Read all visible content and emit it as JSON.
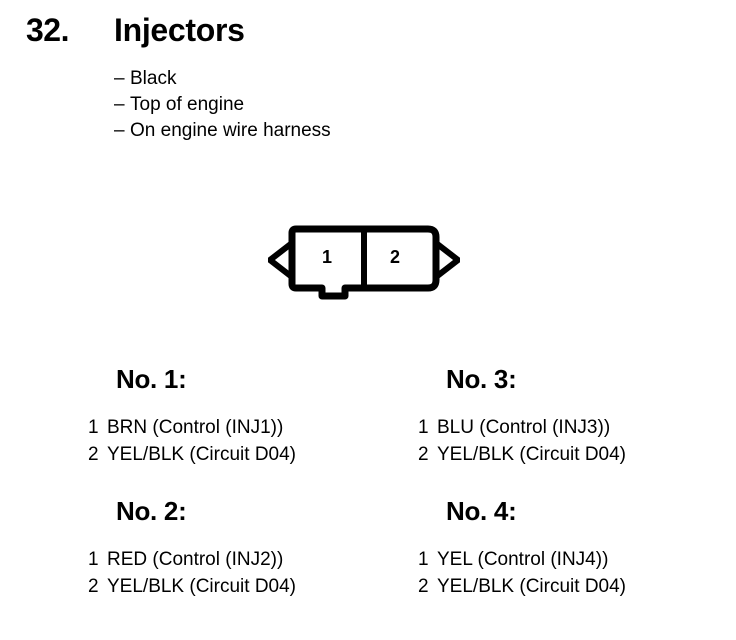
{
  "header": {
    "number": "32.",
    "title": "Injectors",
    "bullets": [
      {
        "dash": "–",
        "text": "Black"
      },
      {
        "dash": "–",
        "text": "Top of engine"
      },
      {
        "dash": "–",
        "text": "On engine wire harness"
      }
    ]
  },
  "connector": {
    "name": "2-pin-connector",
    "pin_labels": [
      "1",
      "2"
    ],
    "stroke_color": "#000000",
    "fill_color": "#ffffff"
  },
  "pinout_blocks": [
    {
      "heading": "No. 1:",
      "pins": [
        {
          "num": "1",
          "desc": "BRN (Control (INJ1))"
        },
        {
          "num": "2",
          "desc": "YEL/BLK (Circuit D04)"
        }
      ]
    },
    {
      "heading": "No. 2:",
      "pins": [
        {
          "num": "1",
          "desc": "RED (Control (INJ2))"
        },
        {
          "num": "2",
          "desc": "YEL/BLK (Circuit D04)"
        }
      ]
    },
    {
      "heading": "No. 3:",
      "pins": [
        {
          "num": "1",
          "desc": "BLU (Control (INJ3))"
        },
        {
          "num": "2",
          "desc": "YEL/BLK (Circuit D04)"
        }
      ]
    },
    {
      "heading": "No. 4:",
      "pins": [
        {
          "num": "1",
          "desc": "YEL (Control (INJ4))"
        },
        {
          "num": "2",
          "desc": "YEL/BLK (Circuit D04)"
        }
      ]
    }
  ]
}
